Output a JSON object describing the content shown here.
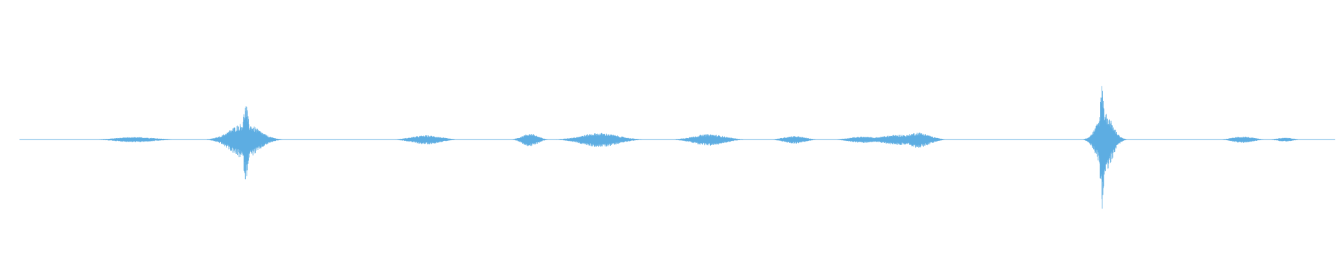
{
  "waveform": {
    "color": "#5DADE2",
    "background": "#FFFFFF",
    "bursts": [
      {
        "center": 0.088,
        "width": 0.03,
        "amplitude": 0.04
      },
      {
        "center": 0.171,
        "width": 0.022,
        "amplitude": 0.28
      },
      {
        "center": 0.172,
        "width": 0.004,
        "amplitude": 0.6
      },
      {
        "center": 0.309,
        "width": 0.022,
        "amplitude": 0.07
      },
      {
        "center": 0.388,
        "width": 0.012,
        "amplitude": 0.1
      },
      {
        "center": 0.441,
        "width": 0.028,
        "amplitude": 0.11
      },
      {
        "center": 0.524,
        "width": 0.024,
        "amplitude": 0.09
      },
      {
        "center": 0.589,
        "width": 0.016,
        "amplitude": 0.06
      },
      {
        "center": 0.641,
        "width": 0.02,
        "amplitude": 0.05
      },
      {
        "center": 0.669,
        "width": 0.03,
        "amplitude": 0.08
      },
      {
        "center": 0.683,
        "width": 0.018,
        "amplitude": 0.12
      },
      {
        "center": 0.825,
        "width": 0.012,
        "amplitude": 0.46
      },
      {
        "center": 0.823,
        "width": 0.003,
        "amplitude": 1.0
      },
      {
        "center": 0.93,
        "width": 0.016,
        "amplitude": 0.05
      },
      {
        "center": 0.962,
        "width": 0.012,
        "amplitude": 0.03
      }
    ],
    "baseline_amplitude": 0.004
  }
}
